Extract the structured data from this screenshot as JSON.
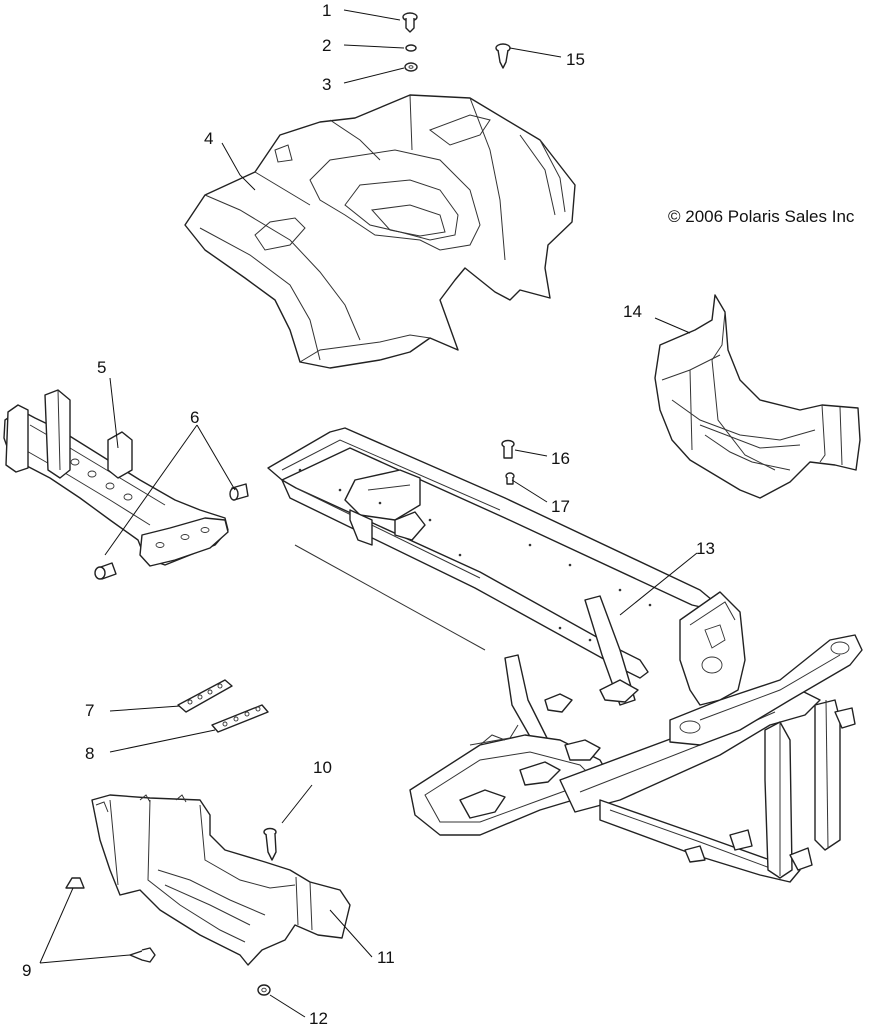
{
  "copyright": "© 2006 Polaris Sales Inc",
  "callouts": [
    {
      "id": "c1",
      "text": "1"
    },
    {
      "id": "c2",
      "text": "2"
    },
    {
      "id": "c3",
      "text": "3"
    },
    {
      "id": "c4",
      "text": "4"
    },
    {
      "id": "c5",
      "text": "5"
    },
    {
      "id": "c6",
      "text": "6"
    },
    {
      "id": "c7",
      "text": "7"
    },
    {
      "id": "c8",
      "text": "8"
    },
    {
      "id": "c9",
      "text": "9"
    },
    {
      "id": "c10",
      "text": "10"
    },
    {
      "id": "c11",
      "text": "11"
    },
    {
      "id": "c12",
      "text": "12"
    },
    {
      "id": "c13",
      "text": "13"
    },
    {
      "id": "c14",
      "text": "14"
    },
    {
      "id": "c15",
      "text": "15"
    },
    {
      "id": "c16",
      "text": "16"
    },
    {
      "id": "c17",
      "text": "17"
    }
  ]
}
